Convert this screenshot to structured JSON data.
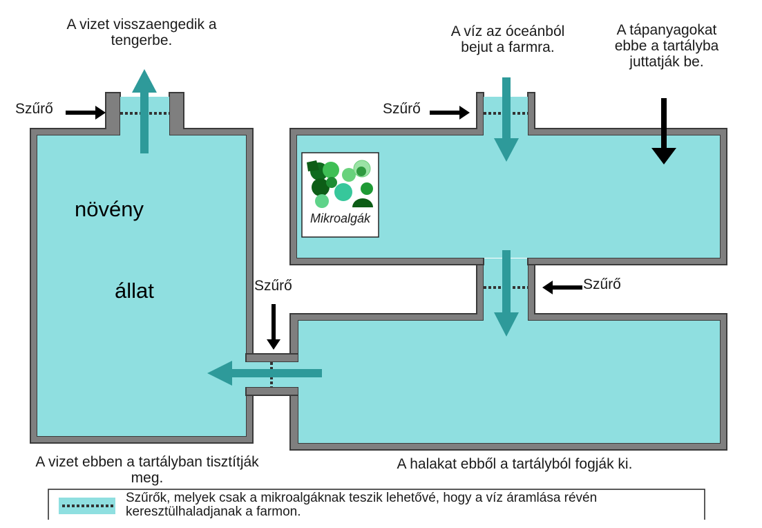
{
  "labels": {
    "outflow": "A vizet visszaengedik a\ntengerbe.",
    "inflow": "A víz az óceánból\nbejut a farmra.",
    "nutrients": "A tápanyagokat\nebbe a tartályba\njuttatják be.",
    "filter_top_left": "Szűrő",
    "filter_top_right": "Szűrő",
    "filter_middle": "Szűrő",
    "filter_right": "Szűrő",
    "plant": "növény",
    "animal": "állat",
    "microalgae": "Mikroalgák",
    "cleaning_tank": "A vizet ebben a tartályban tisztítják\nmeg.",
    "fish_tank": "A halakat ebből a tartályból fogják ki."
  },
  "legend": {
    "text": "Szűrők, melyek csak a mikroalgáknak teszik lehetővé, hogy a víz áramlása révén\nkeresztülhaladjanak a farmon."
  },
  "colors": {
    "water": "#8fdfe0",
    "wall": "#7f7f7f",
    "flow_arrow": "#2e9a9a",
    "label_arrow": "#000000",
    "algae": "#2f9e44"
  }
}
